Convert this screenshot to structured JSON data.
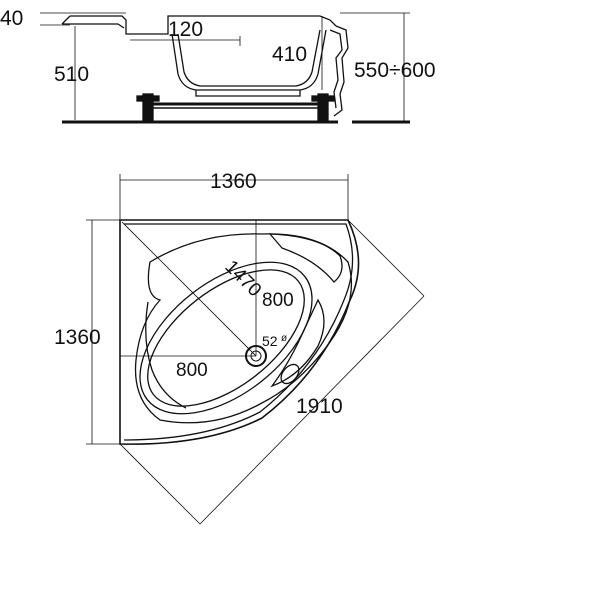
{
  "colors": {
    "line": "#111111",
    "background": "#ffffff"
  },
  "side_view": {
    "dim_rim": "40",
    "dim_depth_inner": "120",
    "dim_bath_height": "510",
    "dim_basin_depth": "410",
    "dim_total_height": "550÷600"
  },
  "plan_view": {
    "dim_width_top": "1360",
    "dim_height_left": "1360",
    "dim_diagonal_length": "1470",
    "dim_diagonal_total": "1910",
    "dim_drain_x": "800",
    "dim_drain_y": "800",
    "dim_drain_dia": "52",
    "dia_symbol": "ø"
  }
}
